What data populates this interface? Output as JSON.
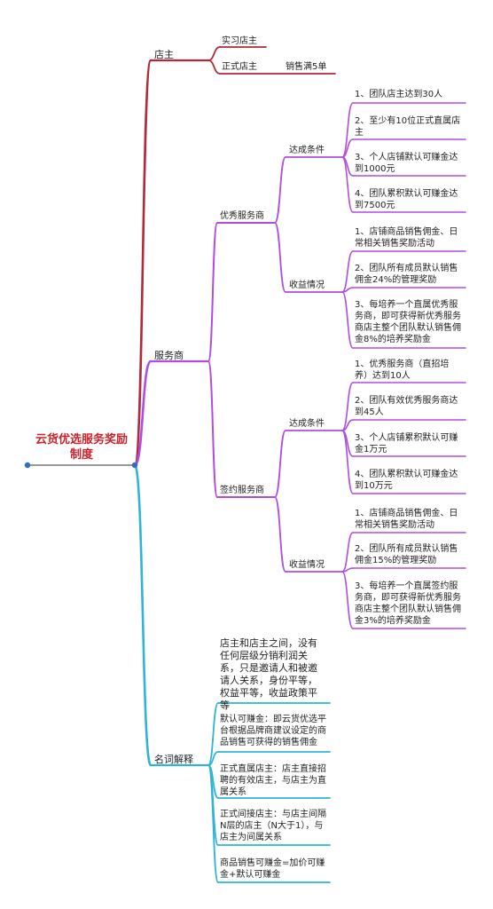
{
  "root": {
    "line1": "云货优选服务奖励",
    "line2": "制度"
  },
  "colors": {
    "red": "#b02a3c",
    "purple": "#b04de0",
    "cyan": "#2fb4d8",
    "root_text": "#c8232c",
    "dot": "#2d6fc2"
  },
  "dianzhu": {
    "label": "店主",
    "children": [
      "实习店主",
      "正式店主"
    ],
    "note": "销售满5单"
  },
  "fuwushang": {
    "label": "服务商",
    "youxiu": {
      "label": "优秀服务商",
      "dacheng": {
        "label": "达成条件",
        "items": [
          "1、团队店主达到30人",
          "2、至少有10位正式直属店主",
          "3、个人店铺默认可赚金达到1000元",
          "4、团队累积默认可赚金达到7500元"
        ]
      },
      "shouyi": {
        "label": "收益情况",
        "items": [
          "1、店铺商品销售佣金、日常相关销售奖励活动",
          "2、团队所有成员默认销售佣金24%的管理奖励",
          "3、每培养一个直属优秀服务商，即可获得新优秀服务商店主整个团队默认销售佣金8%的培养奖励金"
        ]
      }
    },
    "qianyue": {
      "label": "签约服务商",
      "dacheng": {
        "label": "达成条件",
        "items": [
          "1、优秀服务商（直招培养）达到10人",
          "2、团队有效优秀服务商达到45人",
          "3、个人店铺累积默认可赚金1万元",
          "4、团队累积默认可赚金达到10万元"
        ]
      },
      "shouyi": {
        "label": "收益情况",
        "items": [
          "1、店铺商品销售佣金、日常相关销售奖励活动",
          "2、团队所有成员默认销售佣金15%的管理奖励",
          "3、每培养一个直属签约服务商，即可获得新优秀服务商店主整个团队默认销售佣金3%的培养奖励金"
        ]
      }
    }
  },
  "mingci": {
    "label": "名词解释",
    "items": [
      "店主和店主之间，没有任何层级分销利润关系，只是邀请人和被邀请人关系，身份平等，权益平等，收益政策平等",
      "默认可赚金：即云货优选平台根据品牌商建议设定的商品销售可获得的销售佣金",
      "正式直属店主：店主直接招聘的有效店主，与店主为直属关系",
      "正式间接店主：与店主间隔N层的店主（N大于1），与店主为间属关系",
      "商品销售可赚金=加价可赚金+默认可赚金"
    ]
  }
}
